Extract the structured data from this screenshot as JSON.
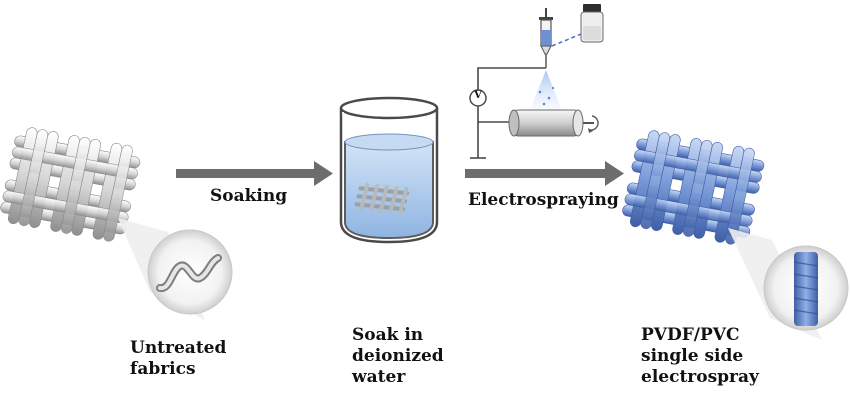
{
  "steps": {
    "arrow1_label": "Soaking",
    "arrow2_label": "Electrospraying"
  },
  "stages": {
    "untreated": {
      "line1": "Untreated",
      "line2": "fabrics"
    },
    "soak": {
      "line1": "Soak in",
      "line2": "deionized",
      "line3": "water"
    },
    "treated": {
      "line1": "PVDF/PVC",
      "line2": "single side",
      "line3": "electrospray"
    }
  },
  "apparatus": {
    "voltmeter_symbol": "V"
  },
  "colors": {
    "untreated_fabric": "#d9d9d9",
    "treated_fabric": "#6f8fd0",
    "water": "#a9c8ea",
    "arrow": "#6d6d6d"
  }
}
